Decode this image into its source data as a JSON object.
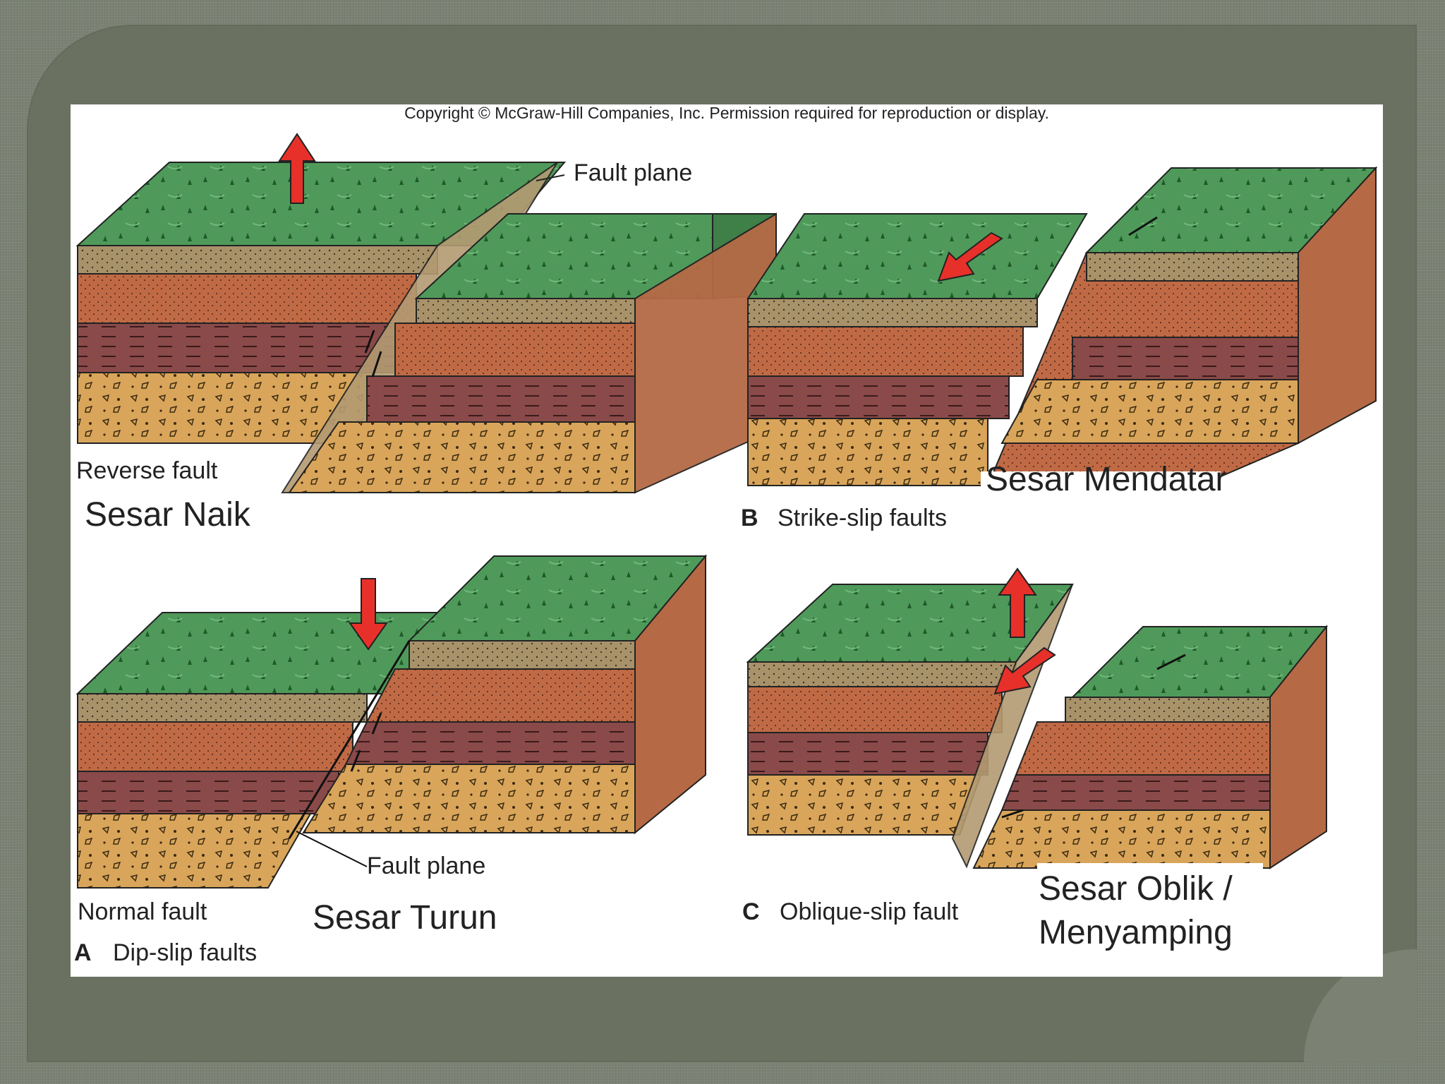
{
  "copyright": "Copyright © McGraw-Hill Companies, Inc. Permission required for reproduction or display.",
  "labels": {
    "fault_plane_top": "Fault plane",
    "fault_plane_bottom": "Fault plane",
    "reverse_fault": "Reverse fault",
    "normal_fault": "Normal fault",
    "panel_a_letter": "A",
    "panel_a": "Dip-slip faults",
    "panel_b_letter": "B",
    "panel_b": "Strike-slip faults",
    "panel_c_letter": "C",
    "panel_c": "Oblique-slip fault"
  },
  "captions": {
    "sesar_naik": "Sesar Naik",
    "sesar_mendatar": "Sesar Mendatar",
    "sesar_turun": "Sesar Turun",
    "sesar_oblik_1": "Sesar Oblik /",
    "sesar_oblik_2": "Menyamping"
  },
  "colors": {
    "grass": "#4f9a5a",
    "soil_tan": "#a8926a",
    "sandstone": "#c06a45",
    "shale": "#8a4a4a",
    "conglomerate": "#d9a55a",
    "arrow": "#e8302a",
    "background": "#6b7160"
  }
}
